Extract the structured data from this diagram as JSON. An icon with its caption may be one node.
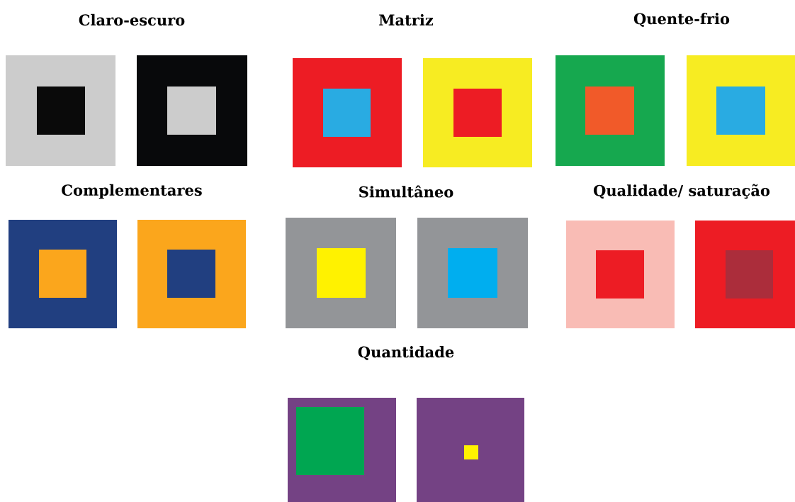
{
  "diagram": {
    "nodes": [
      {
        "text": [],
        "shape": "box"
      },
      {
        "text": [],
        "shape": "box",
        "in": 0
      },
      {
        "text": [],
        "shape": "box"
      },
      {
        "text": [],
        "shape": "box",
        "in": 2
      },
      {
        "text": [],
        "shape": "box"
      },
      {
        "text": [],
        "shape": "box",
        "in": 4
      },
      {
        "text": [],
        "shape": "box"
      },
      {
        "text": [],
        "shape": "box",
        "in": 6
      },
      {
        "text": [],
        "shape": "box"
      },
      {
        "text": [],
        "shape": "box",
        "in": 8
      },
      {
        "text": [],
        "shape": "box"
      },
      {
        "text": [],
        "shape": "box",
        "in": 10
      },
      {
        "text": [],
        "shape": "box"
      },
      {
        "text": [],
        "shape": "box",
        "in": 12
      },
      {
        "text": [],
        "shape": "box"
      },
      {
        "text": [],
        "shape": "box",
        "in": 14
      },
      {
        "text": [],
        "shape": "box"
      },
      {
        "text": [],
        "shape": "box",
        "in": 16
      },
      {
        "text": [],
        "shape": "box"
      },
      {
        "text": [],
        "shape": "box",
        "in": 18
      },
      {
        "text": [],
        "shape": "box"
      },
      {
        "text": [],
        "shape": "box",
        "in": 20
      },
      {
        "text": [],
        "shape": "box"
      },
      {
        "text": [],
        "shape": "box",
        "in": 22
      },
      {
        "text": [],
        "shape": "box"
      },
      {
        "text": [],
        "shape": "box",
        "in": 24
      },
      {
        "text": [],
        "shape": "box"
      },
      {
        "text": [],
        "shape": "box",
        "in": 26
      }
    ],
    "labels": [
      "Claro-escuro",
      "Matriz",
      "Quente-frio",
      "Complementares",
      "Simultâneo",
      "Qualidade/ saturação",
      "Quantidade"
    ]
  }
}
